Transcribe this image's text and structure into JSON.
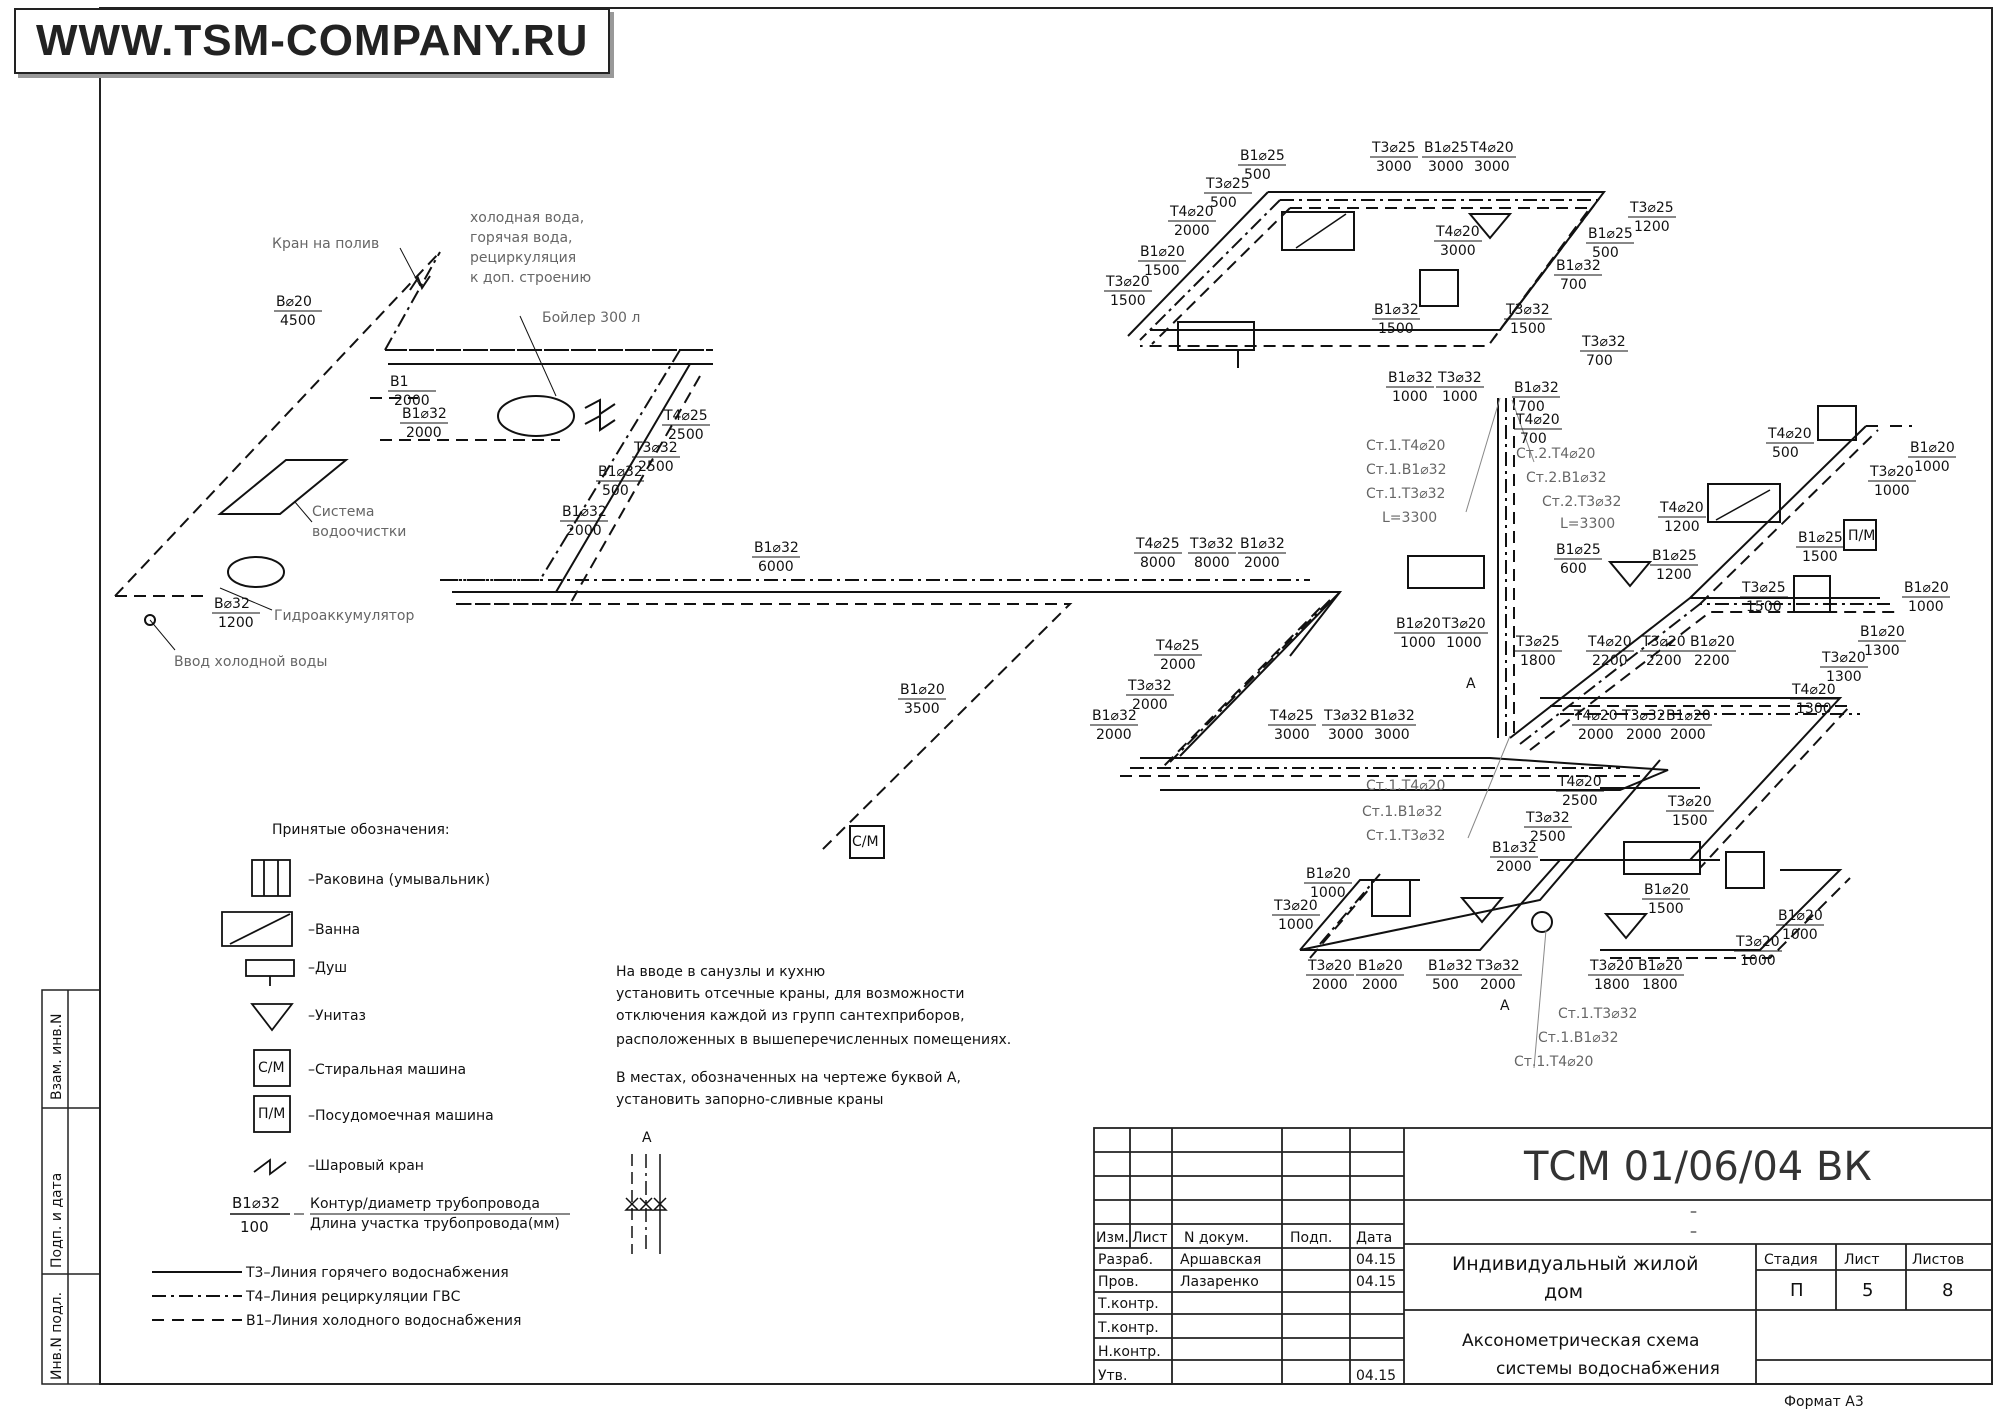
{
  "watermark": "WWW.TSM-COMPANY.RU",
  "callouts": {
    "kran_na_poliv": "Кран на полив",
    "dop_stroenie": [
      "холодная вода,",
      "горячая вода,",
      "рециркуляция",
      "к доп. строению"
    ],
    "boiler": "Бойлер 300 л",
    "vodoochistka": [
      "Система",
      "водоочистки"
    ],
    "gidroakkum": "Гидроаккумулятор",
    "vvod": "Ввод холодной воды",
    "sm": "С/М",
    "pm": "П/М"
  },
  "pipe_labels": {
    "v20_4500": [
      "В⌀20",
      "4500"
    ],
    "v1_2000": [
      "В1",
      "2000"
    ],
    "b1_32_2000_a": [
      "В1⌀32",
      "2000"
    ],
    "t4_25_2500": [
      "Т4⌀25",
      "2500"
    ],
    "t3_32_2500": [
      "Т3⌀32",
      "2500"
    ],
    "b1_32_500": [
      "В1⌀32",
      "500"
    ],
    "b1_32_2000_b": [
      "В1⌀32",
      "2000"
    ],
    "b32_1200": [
      "В⌀32",
      "1200"
    ],
    "b1_32_6000": [
      "В1⌀32",
      "6000"
    ],
    "b1_20_3500": [
      "В1⌀20",
      "3500"
    ],
    "t4_25_8000": [
      "Т4⌀25",
      "8000"
    ],
    "t3_32_8000": [
      "Т3⌀32",
      "8000"
    ],
    "b1_32_2000_c": [
      "В1⌀32",
      "2000"
    ],
    "t4_25_2000": [
      "Т4⌀25",
      "2000"
    ],
    "t3_32_2000": [
      "Т3⌀32",
      "2000"
    ],
    "b1_32_2000_d": [
      "В1⌀32",
      "2000"
    ],
    "t4_25_3000": [
      "Т4⌀25",
      "3000"
    ],
    "t3_32_3000": [
      "Т3⌀32",
      "3000"
    ],
    "b1_32_3000": [
      "В1⌀32",
      "3000"
    ],
    "b1_25_500": [
      "В1⌀25",
      "500"
    ],
    "t3_25_3000": [
      "Т3⌀25",
      "3000"
    ],
    "b1_25_3000": [
      "В1⌀25",
      "3000"
    ],
    "t4_20_3000_top": [
      "Т4⌀20",
      "3000"
    ],
    "t3_25_500": [
      "Т3⌀25",
      "500"
    ],
    "t4_20_2000_top": [
      "Т4⌀20",
      "2000"
    ],
    "b1_20_1500_top": [
      "В1⌀20",
      "1500"
    ],
    "t3_20_1500_top": [
      "Т3⌀20",
      "1500"
    ],
    "t3_25_1200": [
      "Т3⌀25",
      "1200"
    ],
    "b1_25_500_r": [
      "В1⌀25",
      "500"
    ],
    "t4_20_3000_r": [
      "Т4⌀20",
      "3000"
    ],
    "b1_32_700": [
      "В1⌀32",
      "700"
    ],
    "b1_32_1500": [
      "В1⌀32",
      "1500"
    ],
    "t3_32_1500": [
      "Т3⌀32",
      "1500"
    ],
    "t3_32_700": [
      "Т3⌀32",
      "700"
    ],
    "b1_32_1000": [
      "В1⌀32",
      "1000"
    ],
    "t3_32_1000": [
      "Т3⌀32",
      "1000"
    ],
    "b1_32_700b": [
      "В1⌀32",
      "700"
    ],
    "t4_20_700": [
      "Т4⌀20",
      "700"
    ],
    "t4_20_500_r": [
      "Т4⌀20",
      "500"
    ],
    "b1_20_1000_r": [
      "В1⌀20",
      "1000"
    ],
    "t3_20_1000_r": [
      "Т3⌀20",
      "1000"
    ],
    "t4_20_1200": [
      "Т4⌀20",
      "1200"
    ],
    "b1_25_1500": [
      "В1⌀25",
      "1500"
    ],
    "b1_25_600": [
      "В1⌀25",
      "600"
    ],
    "b1_25_1200": [
      "В1⌀25",
      "1200"
    ],
    "t3_25_1500": [
      "Т3⌀25",
      "1500"
    ],
    "b1_20_1000_r2": [
      "В1⌀20",
      "1000"
    ],
    "b1_20_1300": [
      "В1⌀20",
      "1300"
    ],
    "t3_20_1300": [
      "Т3⌀20",
      "1300"
    ],
    "t4_20_1300": [
      "Т4⌀20",
      "1300"
    ],
    "b1_20_1000_m": [
      "В1⌀20",
      "1000"
    ],
    "t3_20_1000_m": [
      "Т3⌀20",
      "1000"
    ],
    "t3_25_1800": [
      "Т3⌀25",
      "1800"
    ],
    "t4_20_2200": [
      "Т4⌀20",
      "2200"
    ],
    "t3_20_2200": [
      "Т3⌀20",
      "2200"
    ],
    "b1_20_2200": [
      "В1⌀20",
      "2200"
    ],
    "t4_20_2000_m": [
      "Т4⌀20",
      "2000"
    ],
    "t3_32_2000_m": [
      "Т3⌀32",
      "2000"
    ],
    "b1_20_2000_m": [
      "В1⌀20",
      "2000"
    ],
    "t4_20_2500": [
      "Т4⌀20",
      "2500"
    ],
    "t3_32_2500b": [
      "Т3⌀32",
      "2500"
    ],
    "b1_32_2000_e": [
      "В1⌀32",
      "2000"
    ],
    "t3_20_1500_b": [
      "Т3⌀20",
      "1500"
    ],
    "b1_20_1500_b": [
      "В1⌀20",
      "1500"
    ],
    "b1_20_1000_bl": [
      "В1⌀20",
      "1000"
    ],
    "t3_20_1000_bl": [
      "Т3⌀20",
      "1000"
    ],
    "t3_20_2000_b": [
      "Т3⌀20",
      "2000"
    ],
    "b1_20_2000_b": [
      "В1⌀20",
      "2000"
    ],
    "b1_32_500_b": [
      "В1⌀32",
      "500"
    ],
    "t3_32_2000_b": [
      "Т3⌀32",
      "2000"
    ],
    "t3_20_1800": [
      "Т3⌀20",
      "1800"
    ],
    "b1_20_1800": [
      "В1⌀20",
      "1800"
    ],
    "b1_20_1000_br": [
      "В1⌀20",
      "1000"
    ],
    "t3_20_1000_br": [
      "Т3⌀20",
      "1000"
    ]
  },
  "riser_refs": {
    "upper_left": [
      "Ст.1.Т4⌀20",
      "Ст.1.В1⌀32",
      "Ст.1.Т3⌀32",
      "L=3300"
    ],
    "upper_right": [
      "Ст.2.Т4⌀20",
      "Ст.2.В1⌀32",
      "Ст.2.Т3⌀32",
      "L=3300"
    ],
    "middle": [
      "Ст.1.Т4⌀20",
      "Ст.1.В1⌀32",
      "Ст.1.Т3⌀32"
    ],
    "bottom": [
      "Ст.1.Т3⌀32",
      "Ст.1.В1⌀32",
      "Ст.1.Т4⌀20"
    ],
    "mark_a": "А"
  },
  "legend": {
    "title": "Принятые обозначения:",
    "items": [
      {
        "icon": "washbasin-icon",
        "text": "–Раковина (умывальник)"
      },
      {
        "icon": "bathtub-icon",
        "text": "–Ванна"
      },
      {
        "icon": "shower-icon",
        "text": "–Душ"
      },
      {
        "icon": "toilet-icon",
        "text": "–Унитаз"
      },
      {
        "icon": "washing-machine-icon",
        "text": "–Стиральная машина",
        "badge": "С/М"
      },
      {
        "icon": "dishwasher-icon",
        "text": "–Посудомоечная машина",
        "badge": "П/М"
      },
      {
        "icon": "ball-valve-icon",
        "text": "–Шаровый кран"
      }
    ],
    "pipe_example_top": "В1⌀32",
    "pipe_example_bottom": "100",
    "pipe_example_text_top": "Контур/диаметр трубопровода",
    "pipe_example_text_bottom": "Длина участка трубопровода(мм)",
    "lines": [
      {
        "style": "solid",
        "text": "Т3–Линия горячего водоснабжения"
      },
      {
        "style": "dashdot",
        "text": "Т4–Линия рециркуляции ГВС"
      },
      {
        "style": "dashed",
        "text": "В1–Линия холодного водоснабжения"
      }
    ]
  },
  "notes": {
    "para1": [
      "На вводе в санузлы и кухню",
      "установить отсечные краны, для возможности",
      "отключения каждой из групп сантехприборов,",
      "расположенных в вышеперечисленных помещениях."
    ],
    "para2": [
      "В местах, обозначенных на чертеже буквой А,",
      "установить запорно-сливные краны"
    ],
    "mark": "А"
  },
  "side_stamp": [
    "Взам. инв.N",
    "Подп. и дата",
    "Инв.N подл."
  ],
  "title_block": {
    "code": "ТСМ 01/06/04 ВК",
    "dash1": "–",
    "dash2": "–",
    "head": [
      "Изм.",
      "Лист",
      "N докум.",
      "Подп.",
      "Дата"
    ],
    "rows": [
      {
        "role": "Разраб.",
        "name": "Аршавская",
        "date": "04.15"
      },
      {
        "role": "Пров.",
        "name": "Лазаренко",
        "date": "04.15"
      },
      {
        "role": "Т.контр.",
        "name": "",
        "date": ""
      },
      {
        "role": "Т.контр.",
        "name": "",
        "date": ""
      },
      {
        "role": "Н.контр.",
        "name": "",
        "date": ""
      },
      {
        "role": "Утв.",
        "name": "",
        "date": "04.15"
      }
    ],
    "object": [
      "Индивидуальный жилой",
      "дом"
    ],
    "sheet_title": [
      "Аксонометрическая схема",
      "системы водоснабжения"
    ],
    "stage_head": "Стадия",
    "sheet_head": "Лист",
    "sheets_head": "Листов",
    "stage": "П",
    "sheet": "5",
    "sheets": "8",
    "format": "Формат А3"
  }
}
